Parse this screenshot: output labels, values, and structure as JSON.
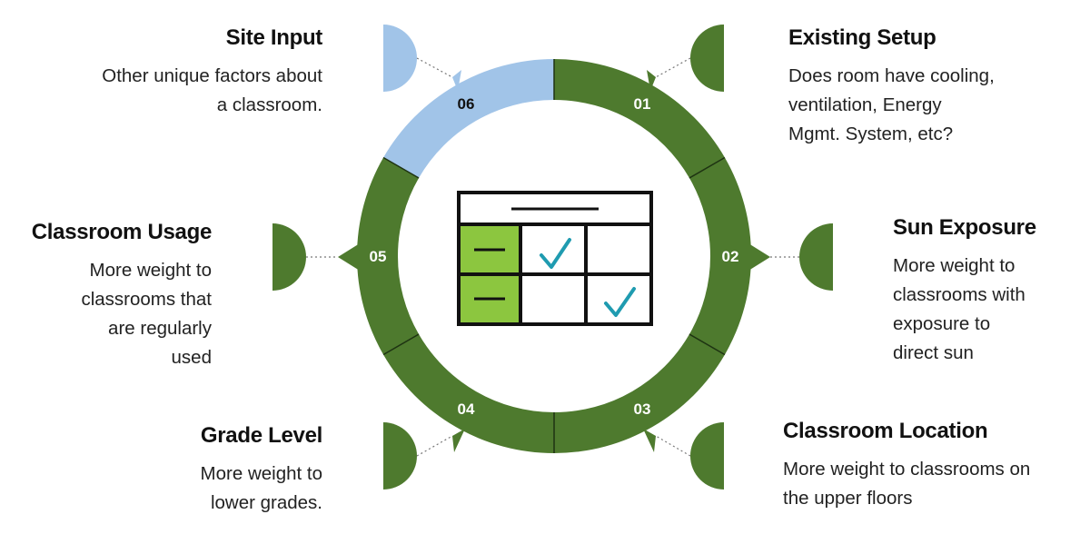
{
  "colors": {
    "green": "#4e7a2e",
    "light_blue": "#a1c4e8",
    "lime": "#8cc63f",
    "check": "#1f9bb0",
    "dark": "#111111"
  },
  "center_icon": {
    "name": "checklist-table-icon"
  },
  "steps": [
    {
      "num": "01",
      "title": "Existing Setup",
      "lines": [
        "Does room have cooling,",
        "ventilation, Energy",
        "Mgmt. System, etc?"
      ]
    },
    {
      "num": "02",
      "title": "Sun Exposure",
      "lines": [
        "More weight to",
        "classrooms with",
        "exposure to",
        "direct sun"
      ]
    },
    {
      "num": "03",
      "title": "Classroom Location",
      "lines": [
        "More weight to classrooms on",
        "the upper floors"
      ]
    },
    {
      "num": "04",
      "title": "Grade Level",
      "lines": [
        "More weight to",
        "lower grades."
      ]
    },
    {
      "num": "05",
      "title": "Classroom Usage",
      "lines": [
        "More weight to",
        "classrooms that",
        "are regularly",
        "used"
      ]
    },
    {
      "num": "06",
      "title": "Site Input",
      "lines": [
        "Other unique factors about",
        "a classroom."
      ]
    }
  ]
}
